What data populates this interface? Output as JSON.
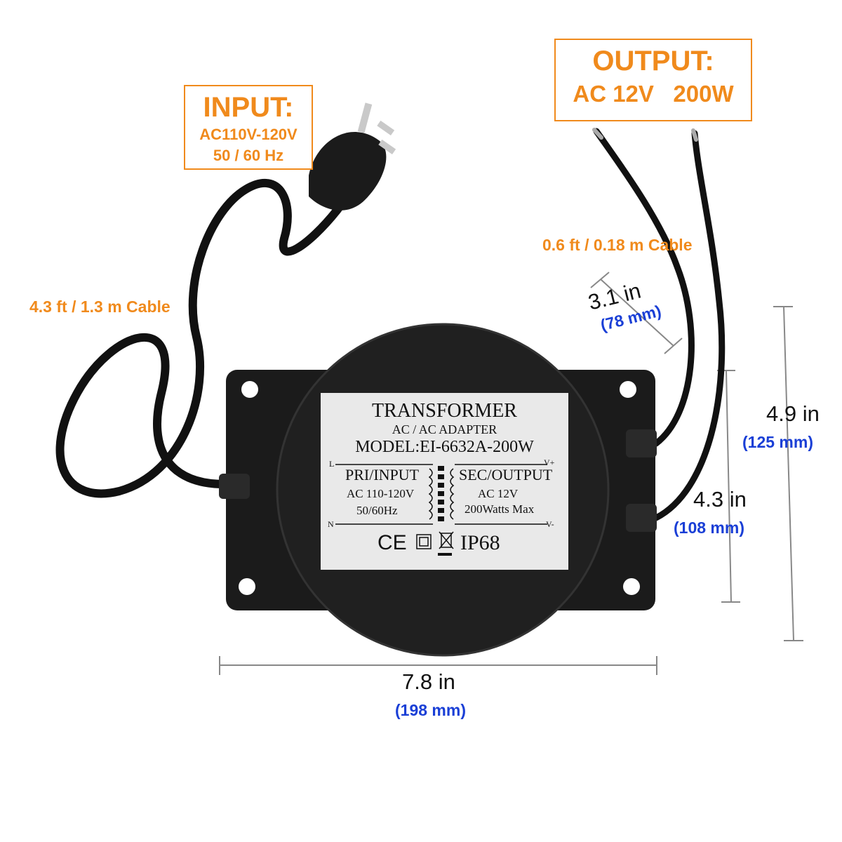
{
  "input": {
    "heading": "INPUT:",
    "voltage": "AC110V-120V",
    "frequency": "50 / 60 Hz"
  },
  "output": {
    "heading": "OUTPUT:",
    "spec": "AC 12V   200W"
  },
  "cables": {
    "input_cable": "4.3 ft / 1.3 m Cable",
    "output_cable": "0.6 ft / 0.18 m Cable"
  },
  "dimensions": {
    "depth_in": "3.1 in",
    "depth_mm": "(78 mm)",
    "height_in": "4.9 in",
    "height_mm": "(125 mm)",
    "inner_in": "4.3 in",
    "inner_mm": "(108 mm)",
    "width_in": "7.8 in",
    "width_mm": "(198 mm)"
  },
  "label": {
    "title": "TRANSFORMER",
    "subtitle": "AC / AC  ADAPTER",
    "model": "MODEL:EI-6632A-200W",
    "pri_heading": "PRI/INPUT",
    "pri_voltage": "AC 110-120V",
    "pri_freq": "50/60Hz",
    "sec_heading": "SEC/OUTPUT",
    "sec_voltage": "AC 12V",
    "sec_power": "200Watts Max",
    "mark_l": "L",
    "mark_n": "N",
    "mark_vplus": "V+",
    "mark_vminus": "V-",
    "ce": "CE",
    "ip": "IP68"
  },
  "colors": {
    "accent_orange": "#f08a1c",
    "dimension_blue": "#1a3fd6",
    "housing": "#1b1b1b"
  }
}
